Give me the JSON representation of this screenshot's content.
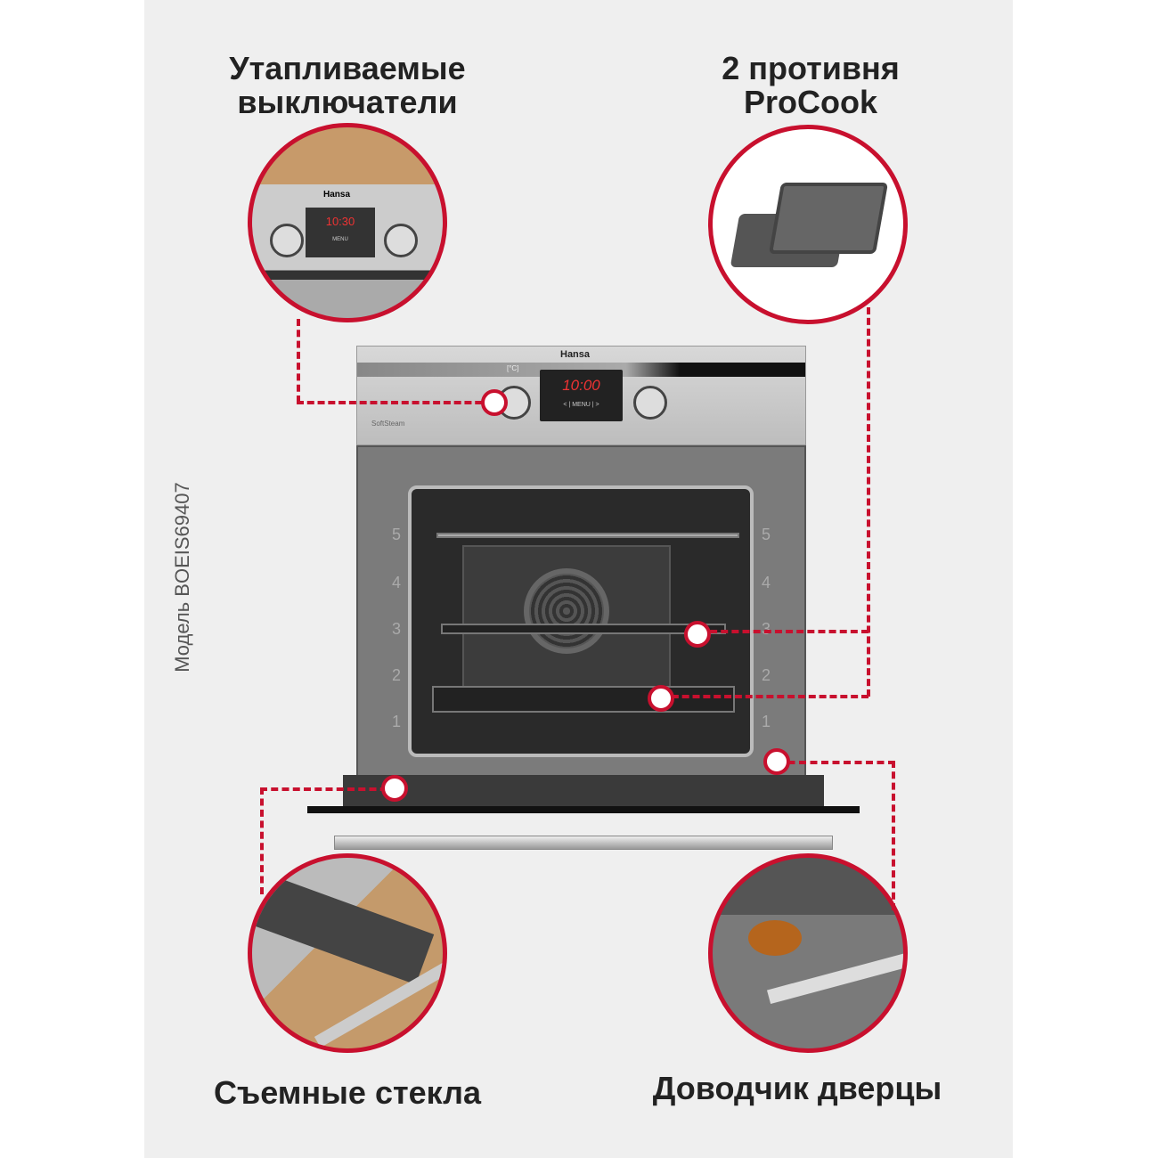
{
  "features": {
    "top_left": "Утапливаемые выключатели",
    "top_right": "2 противня ProCook",
    "bottom_left": "Съемные стекла",
    "bottom_right": "Доводчик дверцы"
  },
  "model_label": "Модель BOEIS69407",
  "oven": {
    "brand": "Hansa",
    "display_time": "10:00",
    "menu": "MENU",
    "prev": "<",
    "next": ">",
    "temp_symbol": "[°C]",
    "softsteam": "SoftSteam",
    "levels": [
      "5",
      "4",
      "3",
      "2",
      "1"
    ]
  },
  "zoom_panel": {
    "brand": "Hansa",
    "display_time": "10:30",
    "menu": "MENU"
  },
  "colors": {
    "accent": "#c8102e"
  }
}
